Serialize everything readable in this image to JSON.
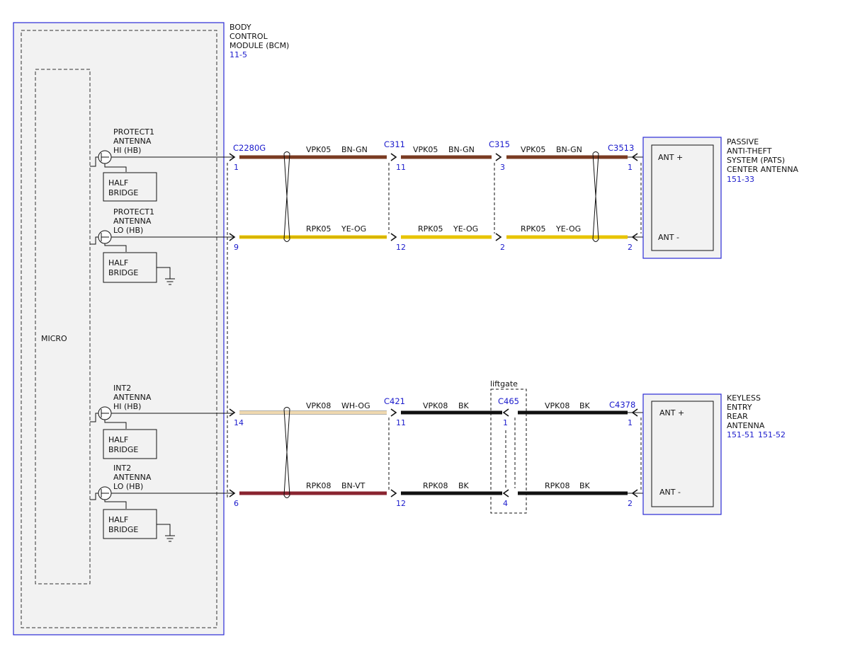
{
  "bcm": {
    "line1": "BODY",
    "line2": "CONTROL",
    "line3": "MODULE (BCM)",
    "ref": "11-5"
  },
  "micro_label": "MICRO",
  "drivers": [
    {
      "l1": "PROTECT1",
      "l2": "ANTENNA",
      "l3": "HI (HB)",
      "bridge1": "HALF",
      "bridge2": "BRIDGE"
    },
    {
      "l1": "PROTECT1",
      "l2": "ANTENNA",
      "l3": "LO (HB)",
      "bridge1": "HALF",
      "bridge2": "BRIDGE"
    },
    {
      "l1": "INT2",
      "l2": "ANTENNA",
      "l3": "HI (HB)",
      "bridge1": "HALF",
      "bridge2": "BRIDGE"
    },
    {
      "l1": "INT2",
      "l2": "ANTENNA",
      "l3": "LO (HB)",
      "bridge1": "HALF",
      "bridge2": "BRIDGE"
    }
  ],
  "connectors": {
    "c2280g": "C2280G",
    "c311": "C311",
    "c315": "C315",
    "c3513": "C3513",
    "c421": "C421",
    "c465": "C465",
    "c4378": "C4378"
  },
  "pins": {
    "a1": "1",
    "a2": "11",
    "a3": "3",
    "a4": "1",
    "b1": "9",
    "b2": "12",
    "b3": "2",
    "b4": "2",
    "c1": "14",
    "c2": "11",
    "c3": "1",
    "c4": "1",
    "d1": "6",
    "d2": "12",
    "d3": "4",
    "d4": "2"
  },
  "wires": {
    "a1": {
      "circuit": "VPK05",
      "color": "BN-GN"
    },
    "a2": {
      "circuit": "VPK05",
      "color": "BN-GN"
    },
    "a3": {
      "circuit": "VPK05",
      "color": "BN-GN"
    },
    "b1": {
      "circuit": "RPK05",
      "color": "YE-OG"
    },
    "b2": {
      "circuit": "RPK05",
      "color": "YE-OG"
    },
    "b3": {
      "circuit": "RPK05",
      "color": "YE-OG"
    },
    "c1": {
      "circuit": "VPK08",
      "color": "WH-OG"
    },
    "c2": {
      "circuit": "VPK08",
      "color": "BK"
    },
    "c3": {
      "circuit": "VPK08",
      "color": "BK"
    },
    "d1": {
      "circuit": "RPK08",
      "color": "BN-VT"
    },
    "d2": {
      "circuit": "RPK08",
      "color": "BK"
    },
    "d3": {
      "circuit": "RPK08",
      "color": "BK"
    }
  },
  "liftgate_label": "liftgate",
  "pats": {
    "l1": "PASSIVE",
    "l2": "ANTI-THEFT",
    "l3": "SYSTEM (PATS)",
    "l4": "CENTER ANTENNA",
    "ref": "151-33",
    "pin_pos": "ANT +",
    "pin_neg": "ANT -"
  },
  "keyless": {
    "l1": "KEYLESS",
    "l2": "ENTRY",
    "l3": "REAR",
    "l4": "ANTENNA",
    "ref1": "151-51",
    "ref2": "151-52",
    "pin_pos": "ANT +",
    "pin_neg": "ANT -"
  },
  "colors": {
    "brown": "#7a3b22",
    "yellow": "#e8c400",
    "black": "#111111",
    "maroon": "#8a2430",
    "white_orange": "#efd9b0",
    "module_border": "#2a2ad6"
  }
}
